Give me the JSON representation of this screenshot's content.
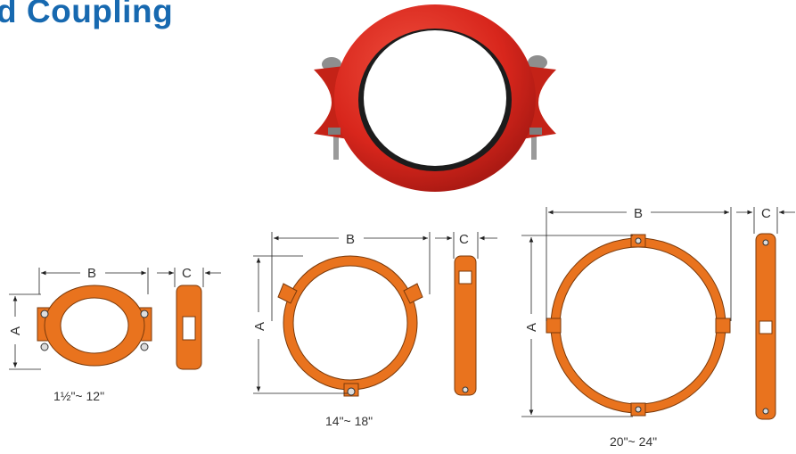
{
  "title": "d Coupling",
  "dimension_labels": {
    "a": "A",
    "b": "B",
    "c": "C"
  },
  "size_ranges": [
    "1½\"~ 12\"",
    "14\"~ 18\"",
    "20\"~ 24\""
  ],
  "colors": {
    "title": "#1769b0",
    "product_red": "#d8261c",
    "drawing_orange": "#e9731e"
  }
}
